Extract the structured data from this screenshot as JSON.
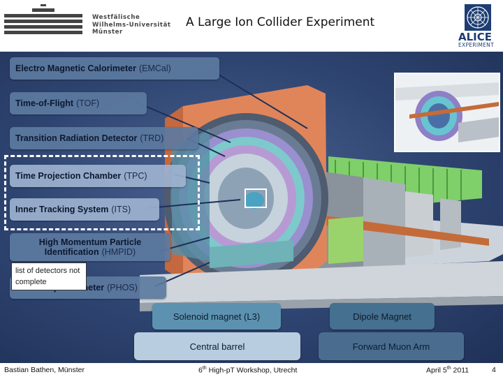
{
  "header": {
    "university": [
      "Westfälische",
      "Wilhelms-Universität",
      "Münster"
    ],
    "title": "A Large Ion Collider Experiment",
    "alice_logo": {
      "name": "ALICE",
      "subtitle": "EXPERIMENT"
    }
  },
  "detector_labels": [
    {
      "name": "Electro Magnetic Calorimeter",
      "abbr": "(EMCal)"
    },
    {
      "name": "Time-of-Flight",
      "abbr": "(TOF)"
    },
    {
      "name": "Transition  Radiation Detector",
      "abbr": "(TRD)"
    },
    {
      "name": "Time Projection Chamber",
      "abbr": "(TPC)"
    },
    {
      "name": "Inner Tracking System",
      "abbr": "(ITS)"
    },
    {
      "name_line1": "High Momentum Particle",
      "name_line2": "Identification",
      "abbr": "(HMPID)"
    },
    {
      "name": "Photon Spectrometer",
      "abbr": "(PHOS)"
    }
  ],
  "note": "list of detectors not complete",
  "buttons": {
    "solenoid": "Solenoid magnet (L3)",
    "dipole": "Dipole Magnet",
    "central_barrel": "Central barrel",
    "forward_muon": "Forward Muon Arm"
  },
  "footer": {
    "author": "Bastian Bathen, Münster",
    "workshop_sup": "6",
    "workshop_th": "th",
    "workshop_rest": " High-pT Workshop, Utrecht",
    "date_prefix": "April 5",
    "date_th": "th",
    "date_year": " 2011",
    "page": "4"
  },
  "colors": {
    "background": "#2e4470",
    "label_fill": "#5c7aa0",
    "magnet_orange": "#e0855a",
    "barrel_button": "#b8cde0"
  }
}
